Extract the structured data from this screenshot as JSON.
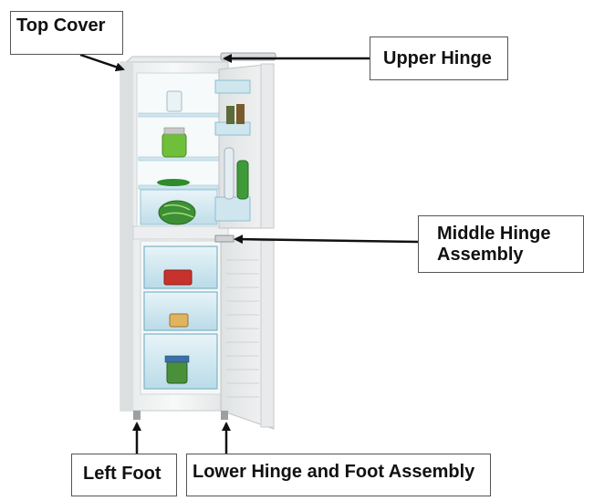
{
  "diagram": {
    "labels": {
      "top_cover": "Top Cover",
      "upper_hinge": "Upper Hinge",
      "middle_hinge_line1": "Middle Hinge",
      "middle_hinge_line2": "Assembly",
      "left_foot": "Left Foot",
      "lower_hinge": "Lower Hinge and Foot Assembly"
    },
    "colors": {
      "fridge_body": "#f3f4f4",
      "shelf_glass": "#cfe6ef",
      "drawer": "#bfe0ee",
      "label_border": "#555555",
      "arrow": "#111111"
    }
  }
}
